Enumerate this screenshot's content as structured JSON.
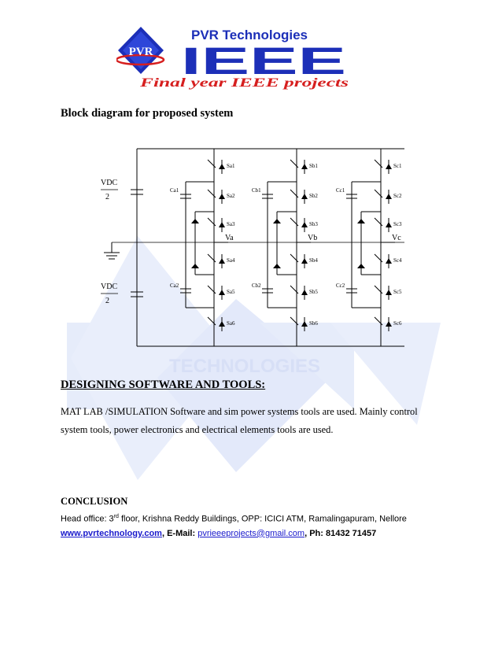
{
  "logo": {
    "company": "PVR Technologies",
    "big_text": "IEEE",
    "tagline": "Final year IEEE projects",
    "badge": "PVR"
  },
  "watermark_text": "TECHNOLOGIES",
  "heading": "Block diagram for proposed system",
  "diagram": {
    "vdc": "VDC",
    "two": "2",
    "legs": [
      {
        "caps": [
          "Ca1",
          "Ca2"
        ],
        "switches": [
          "Sa1",
          "Sa2",
          "Sa3",
          "Sa4",
          "Sa5",
          "Sa6"
        ],
        "out": "Va"
      },
      {
        "caps": [
          "Cb1",
          "Cb2"
        ],
        "switches": [
          "Sb1",
          "Sb2",
          "Sb3",
          "Sb4",
          "Sb5",
          "Sb6"
        ],
        "out": "Vb"
      },
      {
        "caps": [
          "Cc1",
          "Cc2"
        ],
        "switches": [
          "Sc1",
          "Sc2",
          "Sc3",
          "Sc4",
          "Sc5",
          "Sc6"
        ],
        "out": "Vc"
      }
    ]
  },
  "tools": {
    "title": "DESIGNING SOFTWARE AND TOOLS:",
    "line1": "MAT LAB /SIMULATION Software and sim power systems tools are used. Mainly control",
    "line2": "system tools, power electronics and electrical elements tools are used."
  },
  "conclusion": {
    "title": "CONCLUSION",
    "address_pre": "Head office: 3",
    "address_sup": "rd",
    "address_post": " floor, Krishna Reddy Buildings, OPP: ICICI ATM, Ramalingapuram, Nellore",
    "website": "www.pvrtechnology.com",
    "email_label": ", E-Mail: ",
    "email": "pvrieeeprojects@gmail.com",
    "phone": ", Ph:  81432 71457"
  },
  "colors": {
    "logo_blue": "#1c2fb8",
    "logo_red": "#d61f1f",
    "watermark": "#dfe6f8",
    "link": "#1a1acc"
  }
}
